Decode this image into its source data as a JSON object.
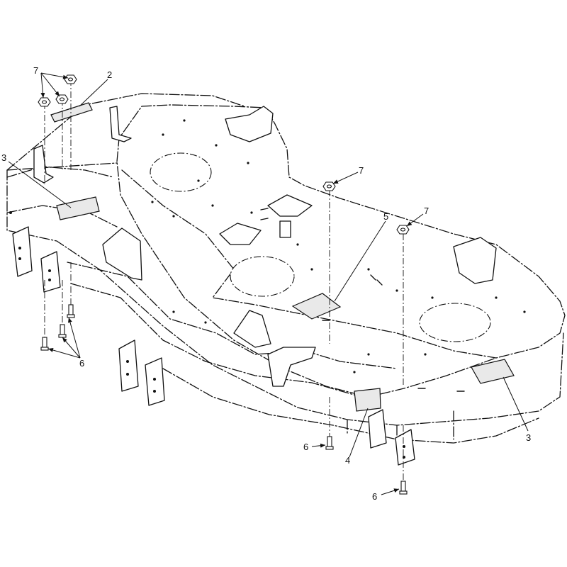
{
  "callouts": {
    "c2": "2",
    "c3_left": "3",
    "c3_right": "3",
    "c4": "4",
    "c5": "5",
    "c6_left": "6",
    "c6_center": "6",
    "c6_right": "6",
    "c7_left": "7",
    "c7_center": "7",
    "c7_right": "7"
  },
  "colors": {
    "line": "#111111",
    "background": "#ffffff",
    "decal_fill": "#e9e9e9"
  }
}
